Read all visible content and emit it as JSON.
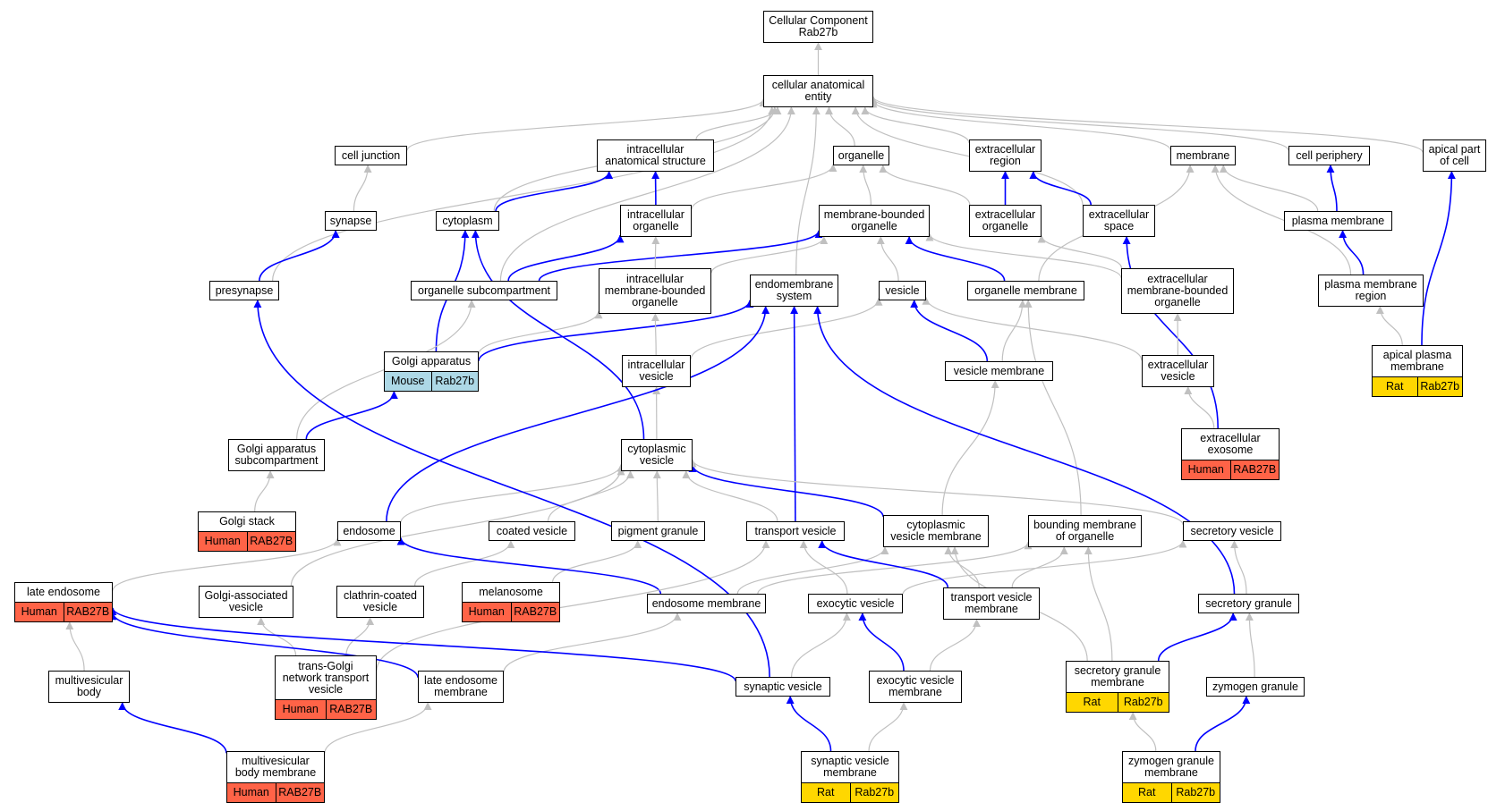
{
  "colors": {
    "is_a_edge": "#c0c0c0",
    "part_of_edge": "#0000ff",
    "Human": "#ff6347",
    "Mouse": "#add8e6",
    "Rat": "#ffd700"
  },
  "nodes": {
    "cc_root": {
      "label": "Cellular Component\nRab27b"
    },
    "cae": {
      "label": "cellular anatomical\nentity"
    },
    "cell_junction": {
      "label": "cell junction"
    },
    "ias": {
      "label": "intracellular\nanatomical structure"
    },
    "organelle": {
      "label": "organelle"
    },
    "extracellular_region": {
      "label": "extracellular\nregion"
    },
    "membrane": {
      "label": "membrane"
    },
    "cell_periphery": {
      "label": "cell periphery"
    },
    "apical_part": {
      "label": "apical part\nof cell"
    },
    "synapse": {
      "label": "synapse"
    },
    "cytoplasm": {
      "label": "cytoplasm"
    },
    "intracellular_organelle": {
      "label": "intracellular\norganelle"
    },
    "membrane_bounded_organelle": {
      "label": "membrane-bounded\norganelle"
    },
    "extracellular_organelle": {
      "label": "extracellular\norganelle"
    },
    "extracellular_space": {
      "label": "extracellular\nspace"
    },
    "plasma_membrane": {
      "label": "plasma membrane"
    },
    "presynapse": {
      "label": "presynapse"
    },
    "organelle_subcompartment": {
      "label": "organelle subcompartment"
    },
    "intracellular_mbo": {
      "label": "intracellular\nmembrane-bounded\norganelle"
    },
    "endomembrane_system": {
      "label": "endomembrane\nsystem"
    },
    "vesicle": {
      "label": "vesicle"
    },
    "organelle_membrane": {
      "label": "organelle membrane"
    },
    "extracellular_mbo": {
      "label": "extracellular\nmembrane-bounded\norganelle"
    },
    "plasma_membrane_region": {
      "label": "plasma membrane\nregion"
    },
    "golgi_apparatus": {
      "label": "Golgi apparatus",
      "annotations": [
        {
          "species": "Mouse",
          "gene": "Rab27b"
        }
      ]
    },
    "intracellular_vesicle": {
      "label": "intracellular\nvesicle"
    },
    "vesicle_membrane": {
      "label": "vesicle membrane"
    },
    "extracellular_vesicle": {
      "label": "extracellular\nvesicle"
    },
    "apical_plasma_membrane": {
      "label": "apical plasma\nmembrane",
      "annotations": [
        {
          "species": "Rat",
          "gene": "Rab27b"
        }
      ]
    },
    "golgi_subcompartment": {
      "label": "Golgi apparatus\nsubcompartment"
    },
    "cytoplasmic_vesicle": {
      "label": "cytoplasmic\nvesicle"
    },
    "extracellular_exosome": {
      "label": "extracellular\nexosome",
      "annotations": [
        {
          "species": "Human",
          "gene": "RAB27B"
        }
      ]
    },
    "golgi_stack": {
      "label": "Golgi stack",
      "annotations": [
        {
          "species": "Human",
          "gene": "RAB27B"
        }
      ]
    },
    "endosome": {
      "label": "endosome"
    },
    "coated_vesicle": {
      "label": "coated vesicle"
    },
    "pigment_granule": {
      "label": "pigment granule"
    },
    "transport_vesicle": {
      "label": "transport vesicle"
    },
    "cytoplasmic_vesicle_membrane": {
      "label": "cytoplasmic\nvesicle membrane"
    },
    "bounding_membrane": {
      "label": "bounding membrane\nof organelle"
    },
    "secretory_vesicle": {
      "label": "secretory vesicle"
    },
    "late_endosome": {
      "label": "late endosome",
      "annotations": [
        {
          "species": "Human",
          "gene": "RAB27B"
        }
      ]
    },
    "golgi_associated_vesicle": {
      "label": "Golgi-associated\nvesicle"
    },
    "clathrin_coated_vesicle": {
      "label": "clathrin-coated\nvesicle"
    },
    "melanosome": {
      "label": "melanosome",
      "annotations": [
        {
          "species": "Human",
          "gene": "RAB27B"
        }
      ]
    },
    "endosome_membrane": {
      "label": "endosome membrane"
    },
    "exocytic_vesicle": {
      "label": "exocytic vesicle"
    },
    "transport_vesicle_membrane": {
      "label": "transport vesicle\nmembrane"
    },
    "secretory_granule": {
      "label": "secretory granule"
    },
    "multivesicular_body": {
      "label": "multivesicular\nbody"
    },
    "tgn_transport_vesicle": {
      "label": "trans-Golgi\nnetwork transport\nvesicle",
      "annotations": [
        {
          "species": "Human",
          "gene": "RAB27B"
        }
      ]
    },
    "late_endosome_membrane": {
      "label": "late endosome\nmembrane"
    },
    "synaptic_vesicle": {
      "label": "synaptic vesicle"
    },
    "exocytic_vesicle_membrane": {
      "label": "exocytic vesicle\nmembrane"
    },
    "secretory_granule_membrane": {
      "label": "secretory granule\nmembrane",
      "annotations": [
        {
          "species": "Rat",
          "gene": "Rab27b"
        }
      ]
    },
    "zymogen_granule": {
      "label": "zymogen granule"
    },
    "mvb_membrane": {
      "label": "multivesicular\nbody membrane",
      "annotations": [
        {
          "species": "Human",
          "gene": "RAB27B"
        }
      ]
    },
    "synaptic_vesicle_membrane": {
      "label": "synaptic vesicle\nmembrane",
      "annotations": [
        {
          "species": "Rat",
          "gene": "Rab27b"
        }
      ]
    },
    "zymogen_granule_membrane": {
      "label": "zymogen granule\nmembrane",
      "annotations": [
        {
          "species": "Rat",
          "gene": "Rab27b"
        }
      ]
    }
  },
  "edges": [
    [
      "cae",
      "cc_root",
      "is_a"
    ],
    [
      "cell_junction",
      "cae",
      "is_a"
    ],
    [
      "ias",
      "cae",
      "is_a"
    ],
    [
      "organelle",
      "cae",
      "is_a"
    ],
    [
      "extracellular_region",
      "cae",
      "is_a"
    ],
    [
      "membrane",
      "cae",
      "is_a"
    ],
    [
      "cell_periphery",
      "cae",
      "is_a"
    ],
    [
      "apical_part",
      "cae",
      "is_a"
    ],
    [
      "presynapse",
      "cae",
      "is_a"
    ],
    [
      "cytoplasm",
      "cae",
      "is_a"
    ],
    [
      "organelle_subcompartment",
      "cae",
      "is_a"
    ],
    [
      "endomembrane_system",
      "cae",
      "is_a"
    ],
    [
      "extracellular_space",
      "cae",
      "is_a"
    ],
    [
      "synapse",
      "cell_junction",
      "is_a"
    ],
    [
      "cytoplasm",
      "ias",
      "part_of"
    ],
    [
      "intracellular_organelle",
      "ias",
      "part_of"
    ],
    [
      "intracellular_organelle",
      "organelle",
      "is_a"
    ],
    [
      "membrane_bounded_organelle",
      "organelle",
      "is_a"
    ],
    [
      "extracellular_organelle",
      "organelle",
      "is_a"
    ],
    [
      "extracellular_organelle",
      "extracellular_region",
      "part_of"
    ],
    [
      "extracellular_space",
      "extracellular_region",
      "part_of"
    ],
    [
      "plasma_membrane",
      "cell_periphery",
      "part_of"
    ],
    [
      "plasma_membrane",
      "membrane",
      "is_a"
    ],
    [
      "plasma_membrane_region",
      "membrane",
      "is_a"
    ],
    [
      "organelle_membrane",
      "membrane",
      "is_a"
    ],
    [
      "plasma_membrane_region",
      "plasma_membrane",
      "part_of"
    ],
    [
      "presynapse",
      "synapse",
      "part_of"
    ],
    [
      "organelle_subcompartment",
      "intracellular_organelle",
      "part_of"
    ],
    [
      "organelle_subcompartment",
      "membrane_bounded_organelle",
      "part_of"
    ],
    [
      "intracellular_mbo",
      "intracellular_organelle",
      "is_a"
    ],
    [
      "intracellular_mbo",
      "membrane_bounded_organelle",
      "is_a"
    ],
    [
      "vesicle",
      "membrane_bounded_organelle",
      "is_a"
    ],
    [
      "organelle_membrane",
      "membrane_bounded_organelle",
      "part_of"
    ],
    [
      "extracellular_mbo",
      "membrane_bounded_organelle",
      "is_a"
    ],
    [
      "extracellular_mbo",
      "extracellular_organelle",
      "is_a"
    ],
    [
      "extracellular_exosome",
      "extracellular_space",
      "part_of"
    ],
    [
      "golgi_apparatus",
      "cytoplasm",
      "part_of"
    ],
    [
      "golgi_apparatus",
      "intracellular_mbo",
      "is_a"
    ],
    [
      "golgi_apparatus",
      "endomembrane_system",
      "part_of"
    ],
    [
      "intracellular_vesicle",
      "intracellular_mbo",
      "is_a"
    ],
    [
      "intracellular_vesicle",
      "vesicle",
      "is_a"
    ],
    [
      "vesicle_membrane",
      "vesicle",
      "part_of"
    ],
    [
      "vesicle_membrane",
      "organelle_membrane",
      "is_a"
    ],
    [
      "extracellular_vesicle",
      "vesicle",
      "is_a"
    ],
    [
      "extracellular_vesicle",
      "extracellular_mbo",
      "is_a"
    ],
    [
      "extracellular_exosome",
      "extracellular_vesicle",
      "is_a"
    ],
    [
      "apical_plasma_membrane",
      "plasma_membrane_region",
      "is_a"
    ],
    [
      "apical_plasma_membrane",
      "apical_part",
      "part_of"
    ],
    [
      "golgi_subcompartment",
      "golgi_apparatus",
      "part_of"
    ],
    [
      "golgi_subcompartment",
      "organelle_subcompartment",
      "is_a"
    ],
    [
      "golgi_stack",
      "golgi_subcompartment",
      "is_a"
    ],
    [
      "cytoplasmic_vesicle",
      "intracellular_vesicle",
      "is_a"
    ],
    [
      "cytoplasmic_vesicle",
      "cytoplasm",
      "part_of"
    ],
    [
      "endosome",
      "cytoplasmic_vesicle",
      "is_a"
    ],
    [
      "endosome",
      "endomembrane_system",
      "part_of"
    ],
    [
      "coated_vesicle",
      "cytoplasmic_vesicle",
      "is_a"
    ],
    [
      "pigment_granule",
      "cytoplasmic_vesicle",
      "is_a"
    ],
    [
      "transport_vesicle",
      "cytoplasmic_vesicle",
      "is_a"
    ],
    [
      "transport_vesicle",
      "endomembrane_system",
      "part_of"
    ],
    [
      "cytoplasmic_vesicle_membrane",
      "cytoplasmic_vesicle",
      "part_of"
    ],
    [
      "cytoplasmic_vesicle_membrane",
      "vesicle_membrane",
      "is_a"
    ],
    [
      "bounding_membrane",
      "organelle_membrane",
      "is_a"
    ],
    [
      "secretory_vesicle",
      "cytoplasmic_vesicle",
      "is_a"
    ],
    [
      "golgi_associated_vesicle",
      "cytoplasmic_vesicle",
      "is_a"
    ],
    [
      "late_endosome",
      "endosome",
      "is_a"
    ],
    [
      "clathrin_coated_vesicle",
      "coated_vesicle",
      "is_a"
    ],
    [
      "melanosome",
      "pigment_granule",
      "is_a"
    ],
    [
      "endosome_membrane",
      "endosome",
      "part_of"
    ],
    [
      "endosome_membrane",
      "cytoplasmic_vesicle_membrane",
      "is_a"
    ],
    [
      "endosome_membrane",
      "bounding_membrane",
      "is_a"
    ],
    [
      "exocytic_vesicle",
      "transport_vesicle",
      "is_a"
    ],
    [
      "exocytic_vesicle",
      "secretory_vesicle",
      "is_a"
    ],
    [
      "transport_vesicle_membrane",
      "transport_vesicle",
      "part_of"
    ],
    [
      "transport_vesicle_membrane",
      "cytoplasmic_vesicle_membrane",
      "is_a"
    ],
    [
      "transport_vesicle_membrane",
      "bounding_membrane",
      "is_a"
    ],
    [
      "secretory_granule",
      "secretory_vesicle",
      "is_a"
    ],
    [
      "secretory_granule",
      "endomembrane_system",
      "part_of"
    ],
    [
      "multivesicular_body",
      "late_endosome",
      "is_a"
    ],
    [
      "tgn_transport_vesicle",
      "golgi_associated_vesicle",
      "is_a"
    ],
    [
      "tgn_transport_vesicle",
      "clathrin_coated_vesicle",
      "is_a"
    ],
    [
      "tgn_transport_vesicle",
      "transport_vesicle",
      "is_a"
    ],
    [
      "late_endosome_membrane",
      "late_endosome",
      "part_of"
    ],
    [
      "late_endosome_membrane",
      "endosome_membrane",
      "is_a"
    ],
    [
      "synaptic_vesicle",
      "presynapse",
      "part_of"
    ],
    [
      "synaptic_vesicle",
      "exocytic_vesicle",
      "is_a"
    ],
    [
      "synaptic_vesicle",
      "late_endosome",
      "part_of"
    ],
    [
      "exocytic_vesicle_membrane",
      "exocytic_vesicle",
      "part_of"
    ],
    [
      "exocytic_vesicle_membrane",
      "transport_vesicle_membrane",
      "is_a"
    ],
    [
      "secretory_granule_membrane",
      "secretory_granule",
      "part_of"
    ],
    [
      "secretory_granule_membrane",
      "bounding_membrane",
      "is_a"
    ],
    [
      "secretory_granule_membrane",
      "cytoplasmic_vesicle_membrane",
      "is_a"
    ],
    [
      "zymogen_granule",
      "secretory_granule",
      "is_a"
    ],
    [
      "mvb_membrane",
      "multivesicular_body",
      "part_of"
    ],
    [
      "mvb_membrane",
      "late_endosome_membrane",
      "is_a"
    ],
    [
      "synaptic_vesicle_membrane",
      "synaptic_vesicle",
      "part_of"
    ],
    [
      "synaptic_vesicle_membrane",
      "exocytic_vesicle_membrane",
      "is_a"
    ],
    [
      "zymogen_granule_membrane",
      "zymogen_granule",
      "part_of"
    ],
    [
      "zymogen_granule_membrane",
      "secretory_granule_membrane",
      "is_a"
    ]
  ]
}
